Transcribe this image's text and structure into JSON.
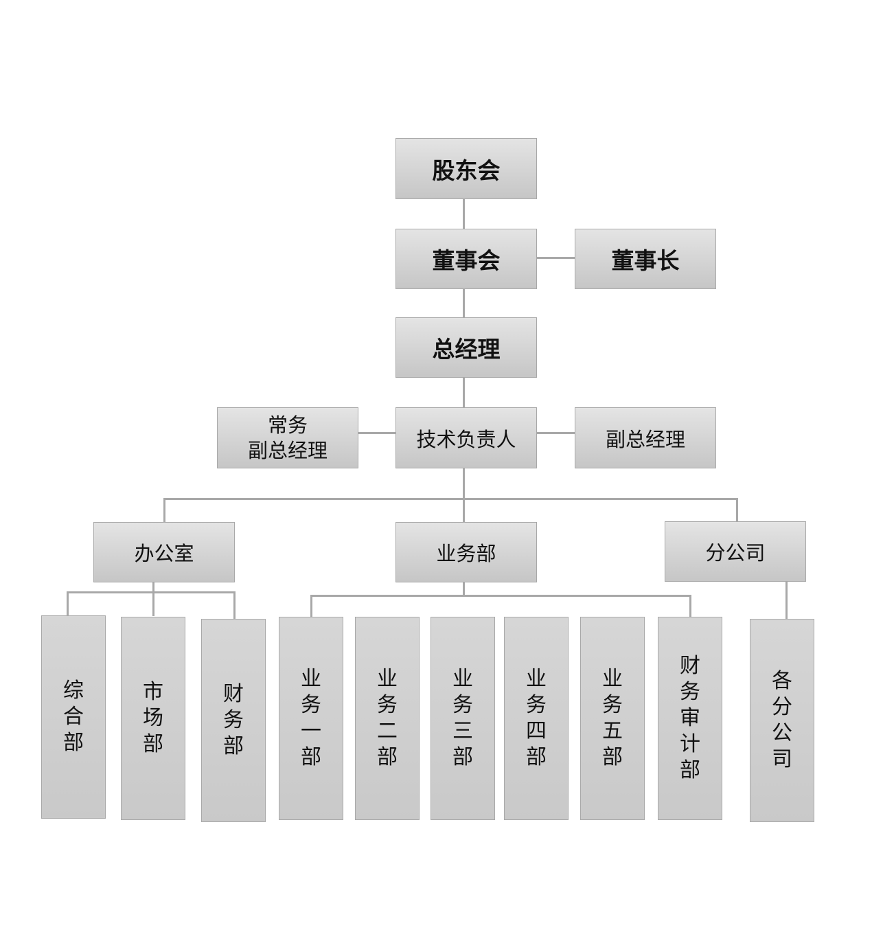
{
  "nodes": {
    "shareholders": "股东会",
    "board": "董事会",
    "chairman": "董事长",
    "gm": "总经理",
    "executive_vp": "常务副总经理",
    "executive_vp_line1": "常务",
    "executive_vp_line2": "副总经理",
    "tech_lead": "技术负责人",
    "vp": "副总经理",
    "office": "办公室",
    "business_dept": "业务部",
    "branch": "分公司",
    "general_dept": "综合部",
    "market_dept": "市场部",
    "finance_dept": "财务部",
    "biz_dept_1": "业务一部",
    "biz_dept_2": "业务二部",
    "biz_dept_3": "业务三部",
    "biz_dept_4": "业务四部",
    "biz_dept_5": "业务五部",
    "finance_audit_dept": "财务审计部",
    "branches": "各分公司"
  },
  "colors": {
    "box_border": "#a8a8a8",
    "box_gradient_top": "#e4e4e4",
    "box_gradient_bottom": "#c6c6c6",
    "connector": "#a8a8a8",
    "text": "#111111"
  }
}
